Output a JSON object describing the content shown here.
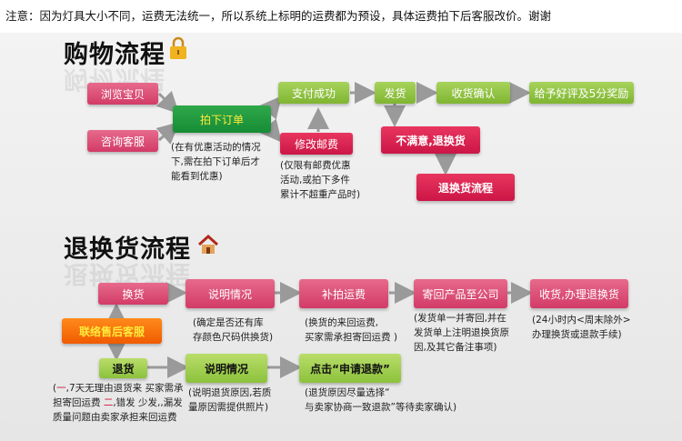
{
  "notice": "注意：因为灯具大小不同，运费无法统一，所以系统上标明的运费都为预设，具体运费拍下后客服改价。谢谢",
  "purchase": {
    "title": "购物流程",
    "browse": "浏览宝贝",
    "consult": "咨询客服",
    "order": "拍下订单",
    "pay": "支付成功",
    "ship": "发货",
    "confirm": "收货确认",
    "review": "给予好评及5分奖励",
    "modify": "修改邮费",
    "unsatisfied": "不满意,退换货",
    "return_flow": "退换货流程",
    "note_order": [
      "(在有优惠活动的情况",
      "下,需在拍下订单后才",
      "能看到优惠)"
    ],
    "note_modify": [
      "(仅限有邮费优惠",
      "活动,或拍下多件",
      "累计不超重产品时)"
    ]
  },
  "returns": {
    "title": "退换货流程",
    "exchange": "换货",
    "explain1": "说明情况",
    "repay": "补拍运费",
    "send_back": "寄回产品至公司",
    "receive": "收货,办理退换货",
    "contact": "联络售后客服",
    "refund": "退货",
    "explain2": "说明情况",
    "apply_prefix": "点击  ",
    "apply_quote": "“申请退款”",
    "note_explain1": [
      "(确定是否还有库",
      "存颜色尺码供换货)"
    ],
    "note_repay": [
      "(换货的来回运费,",
      "买家需承担寄回运费 )"
    ],
    "note_send": [
      "(发货单一并寄回,并在",
      "发货单上注明退换货原",
      "因,及其它备注事项)"
    ],
    "note_receive": [
      "(24小时内<周末除外>",
      "办理换货或退款手续)"
    ],
    "note_refund_l1a": "(",
    "note_refund_l1b": "一",
    "note_refund_l1c": ",7天无理由退货来 买家需承",
    "note_refund_l2a": "担寄回运费 ",
    "note_refund_l2b": "二",
    "note_refund_l2c": ",错发 少发,,漏发",
    "note_refund_l3": "质量问题由卖家承担来回运费",
    "note_explain2": [
      "(说明退货原因,若质",
      "量原因需提供照片)"
    ],
    "note_apply": [
      "(退货原因尽量选择“",
      "与卖家协商一致退款”等待卖家确认)"
    ]
  },
  "colors": {
    "pink": "#d94f76",
    "green": "#8dc23d",
    "dark_green": "#1e9a3e",
    "red": "#d81e4f",
    "orange": "#f46a0a",
    "arrow": "#9a9a9a"
  },
  "icons": {
    "lock": "lock-icon",
    "house": "house-icon"
  }
}
